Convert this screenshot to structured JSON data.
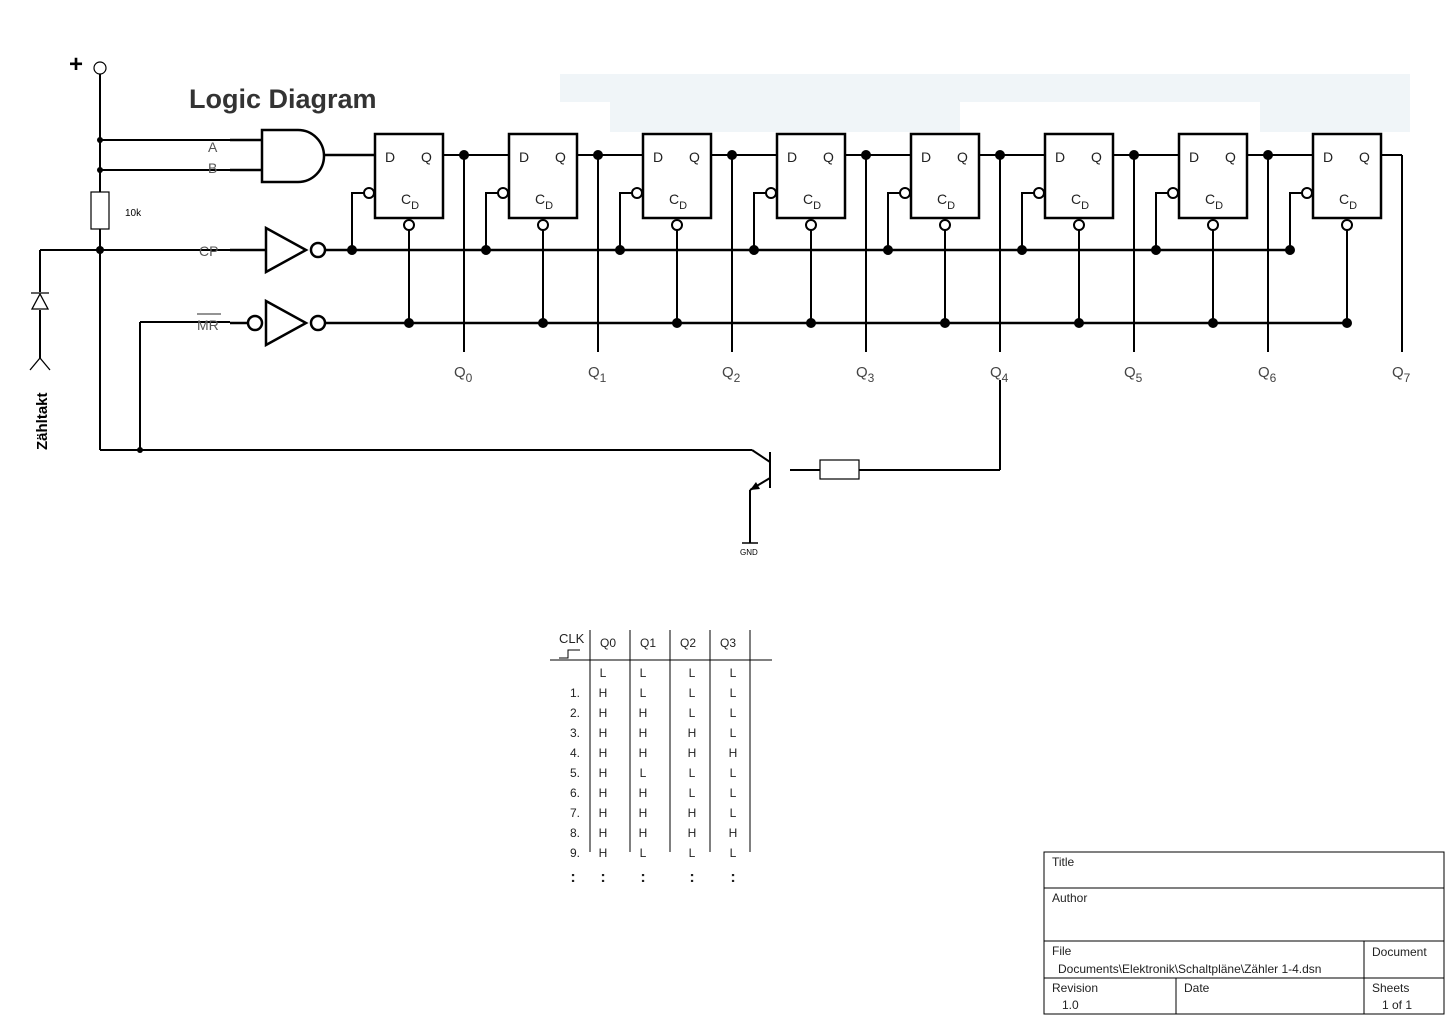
{
  "diagram": {
    "title": "Logic Diagram",
    "supply_symbol": "+",
    "inputs": {
      "a": "A",
      "b": "B",
      "cp": "CP",
      "mr": "MR"
    },
    "resistor_label": "10k",
    "clock_label": "Zähltakt",
    "gnd_label": "GND",
    "ff_d": "D",
    "ff_q": "Q",
    "ff_c": "C",
    "ff_c_sub": "D",
    "outputs": [
      "0",
      "1",
      "2",
      "3",
      "4",
      "5",
      "6",
      "7"
    ],
    "output_prefix": "Q"
  },
  "truth_table": {
    "clk_label": "CLK",
    "headers": [
      "Q0",
      "Q1",
      "Q2",
      "Q3"
    ],
    "rows": [
      {
        "n": "",
        "v": [
          "L",
          "L",
          "L",
          "L"
        ]
      },
      {
        "n": "1.",
        "v": [
          "H",
          "L",
          "L",
          "L"
        ]
      },
      {
        "n": "2.",
        "v": [
          "H",
          "H",
          "L",
          "L"
        ]
      },
      {
        "n": "3.",
        "v": [
          "H",
          "H",
          "H",
          "L"
        ]
      },
      {
        "n": "4.",
        "v": [
          "H",
          "H",
          "H",
          "H"
        ]
      },
      {
        "n": "5.",
        "v": [
          "H",
          "L",
          "L",
          "L"
        ]
      },
      {
        "n": "6.",
        "v": [
          "H",
          "H",
          "L",
          "L"
        ]
      },
      {
        "n": "7.",
        "v": [
          "H",
          "H",
          "H",
          "L"
        ]
      },
      {
        "n": "8.",
        "v": [
          "H",
          "H",
          "H",
          "H"
        ]
      },
      {
        "n": "9.",
        "v": [
          "H",
          "L",
          "L",
          "L"
        ]
      }
    ],
    "ellipsis": ":"
  },
  "title_block": {
    "title_label": "Title",
    "author_label": "Author",
    "file_label": "File",
    "file_value": "Documents\\Elektronik\\Schaltpläne\\Zähler 1-4.dsn",
    "document_label": "Document",
    "revision_label": "Revision",
    "revision_value": "1.0",
    "date_label": "Date",
    "sheets_label": "Sheets",
    "sheets_value": "1 of 1"
  }
}
